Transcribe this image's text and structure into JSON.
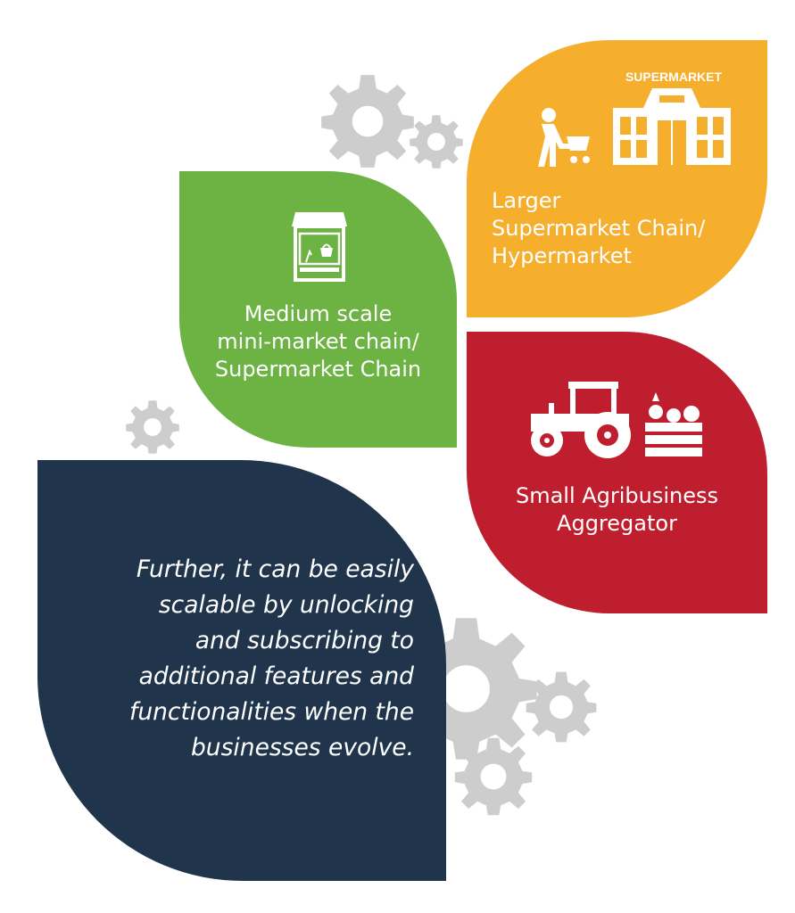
{
  "colors": {
    "green": "#6cb343",
    "orange": "#f6ae2d",
    "red": "#be1e2d",
    "navy": "#20354c",
    "gear": "#cdcdcd"
  },
  "leaves": {
    "medium": {
      "icon": "shop-kiosk-icon",
      "lines": [
        "Medium scale",
        "mini-market chain/",
        "Supermarket Chain"
      ]
    },
    "large": {
      "icon": "supermarket-building-icon",
      "sign": "SUPERMARKET",
      "lines": [
        "Larger",
        "Supermarket Chain/",
        "Hypermarket"
      ]
    },
    "small": {
      "icon": "tractor-produce-icon",
      "lines": [
        "Small Agribusiness",
        "Aggregator"
      ]
    },
    "note": {
      "lines": [
        "Further, it can be easily",
        "scalable by unlocking",
        "and subscribing to",
        "additional features and",
        "functionalities when the",
        "businesses evolve."
      ]
    }
  }
}
